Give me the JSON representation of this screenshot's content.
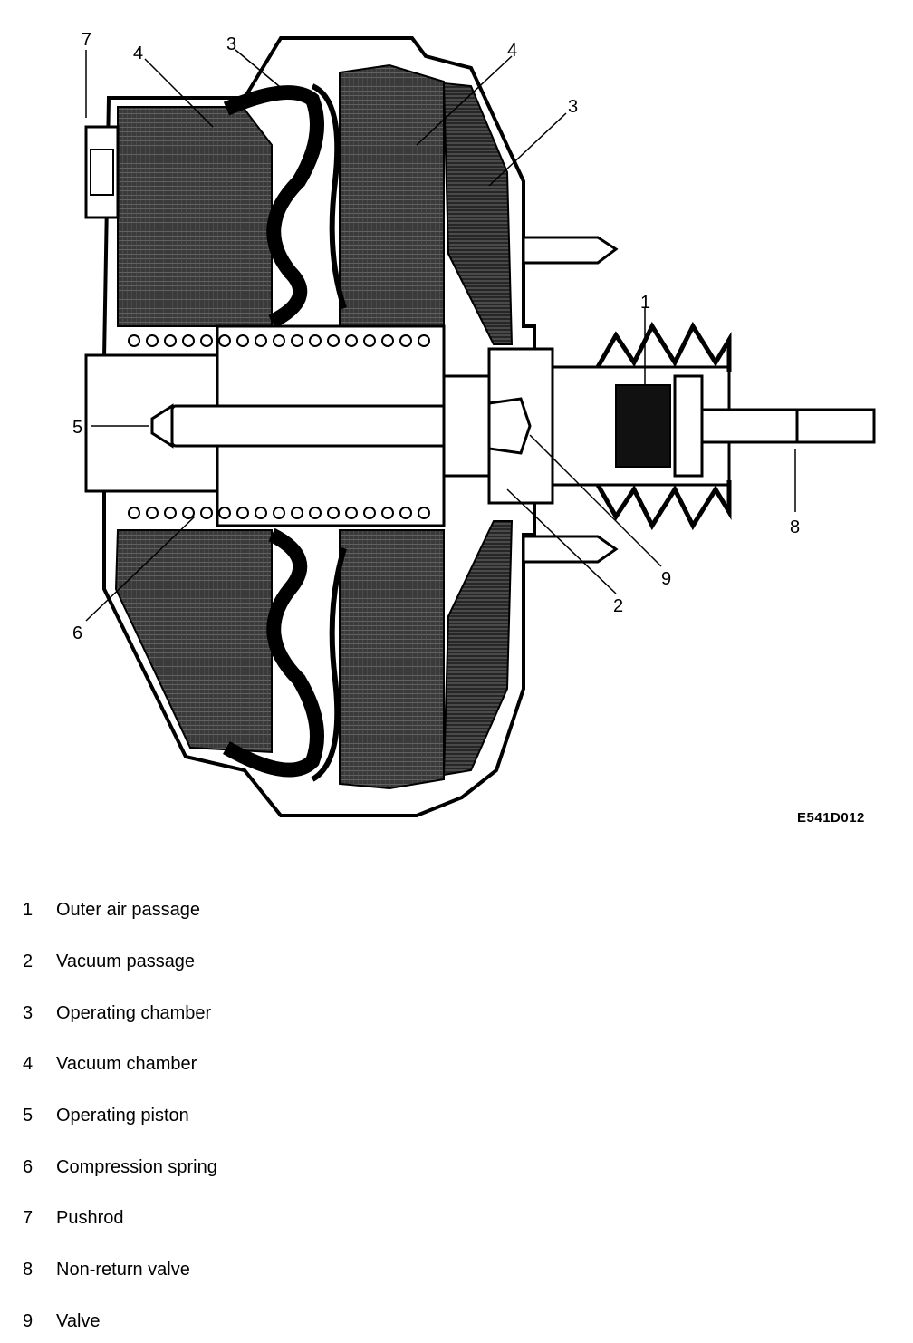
{
  "diagram": {
    "code": "E541D012",
    "callouts": [
      "1",
      "2",
      "3",
      "3",
      "4",
      "4",
      "5",
      "6",
      "7",
      "8",
      "9"
    ]
  },
  "legend": [
    {
      "num": "1",
      "label": "Outer air passage"
    },
    {
      "num": "2",
      "label": "Vacuum passage"
    },
    {
      "num": "3",
      "label": "Operating chamber"
    },
    {
      "num": "4",
      "label": "Vacuum chamber"
    },
    {
      "num": "5",
      "label": "Operating piston"
    },
    {
      "num": "6",
      "label": "Compression spring"
    },
    {
      "num": "7",
      "label": "Pushrod"
    },
    {
      "num": "8",
      "label": "Non-return valve"
    },
    {
      "num": "9",
      "label": "Valve"
    }
  ]
}
